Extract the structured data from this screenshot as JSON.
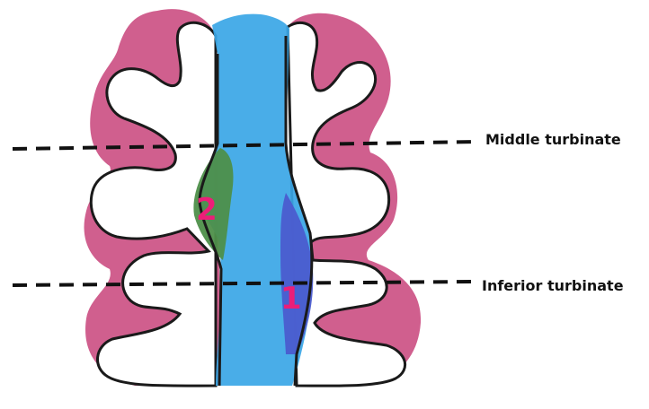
{
  "labels": {
    "middle_turbinate": "Middle turbinate",
    "inferior_turbinate": "Inferior turbinate"
  },
  "markers": {
    "region_2": "2",
    "region_1": "1"
  },
  "colors": {
    "mucosa": "#c8437a",
    "septum": "#3aa6e6",
    "region_2_fill": "#4e8f4a",
    "region_1_fill": "#4b5ccf",
    "marker_text": "#ec1e78",
    "outline": "#1a1a1a",
    "dashed_line": "#111111"
  }
}
